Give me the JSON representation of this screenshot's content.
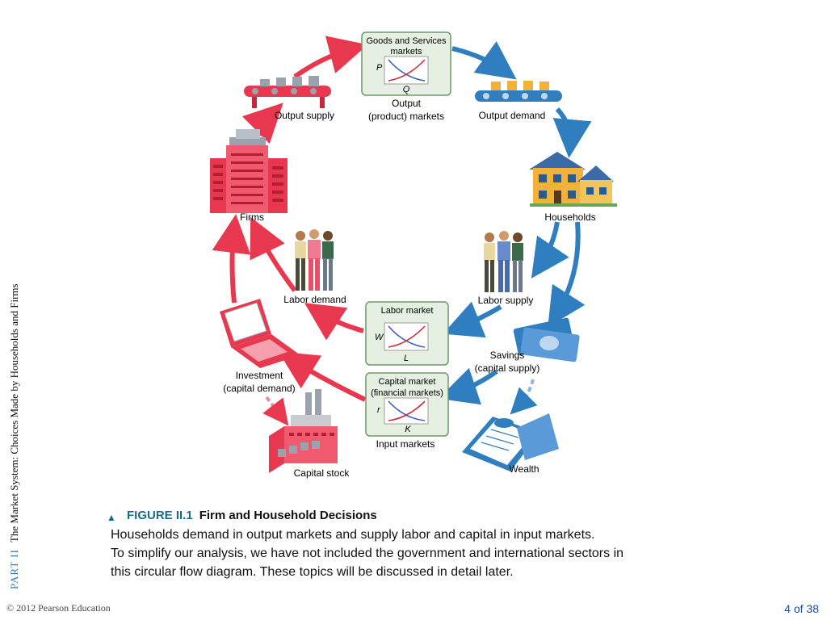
{
  "sidebar": {
    "part": "PART II",
    "title": "The Market System: Choices Made by Households and Firms"
  },
  "diagram": {
    "goods_box": {
      "title_line1": "Goods and Services",
      "title_line2": "markets",
      "y_axis": "P",
      "x_axis": "Q"
    },
    "output_markets": {
      "line1": "Output",
      "line2": "(product) markets"
    },
    "output_supply": "Output supply",
    "output_demand": "Output demand",
    "firms": "Firms",
    "households": "Households",
    "labor_demand": "Labor demand",
    "labor_supply": "Labor supply",
    "labor_box": {
      "title": "Labor market",
      "y_axis": "W",
      "x_axis": "L"
    },
    "capital_box": {
      "title_line1": "Capital market",
      "title_line2": "(financial markets)",
      "y_axis": "r",
      "x_axis": "K"
    },
    "input_markets": "Input markets",
    "investment": {
      "line1": "Investment",
      "line2": "(capital demand)"
    },
    "savings": {
      "line1": "Savings",
      "line2": "(capital supply)"
    },
    "capital_stock": "Capital stock",
    "wealth": "Wealth",
    "colors": {
      "firm_red": "#e8384f",
      "household_blue": "#2f7fc0",
      "box_green": "#e6f0e2",
      "demand_blue": "#3a5fc0",
      "supply_red": "#d02a3a"
    }
  },
  "caption": {
    "figure_label": "FIGURE II.1",
    "figure_title": "Firm and Household Decisions",
    "line1": "Households demand in output markets and supply labor and capital in input markets.",
    "line2": "To simplify our analysis, we have not included the government and international sectors in",
    "line3": "this circular flow diagram. These topics will be discussed in detail later."
  },
  "footer": {
    "copyright": "© 2012 Pearson Education",
    "page": "4 of 38"
  }
}
